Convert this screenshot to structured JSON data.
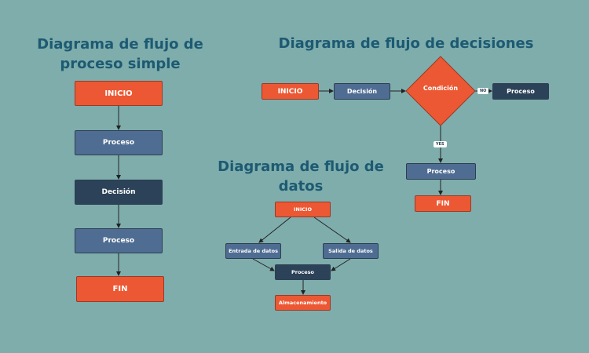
{
  "simple": {
    "title1": "Diagrama de flujo de",
    "title2": "proceso simple",
    "nodes": [
      "INICIO",
      "Proceso",
      "Decisión",
      "Proceso",
      "FIN"
    ]
  },
  "decisions": {
    "title": "Diagrama de flujo de decisiones",
    "start": "INICIO",
    "decision": "Decisión",
    "condition": "Condición",
    "no_label": "NO",
    "no_process": "Proceso",
    "yes_label": "YES",
    "yes_process": "Proceso",
    "end": "FIN"
  },
  "data_flow": {
    "title1": "Diagrama de flujo de",
    "title2": "datos",
    "start": "INICIO",
    "input": "Entrada de datos",
    "output": "Salida de datos",
    "process": "Proceso",
    "storage": "Almacenamiento"
  },
  "colors": {
    "background": "#7eadac",
    "orange": "#ec5833",
    "blue": "#4f6d92",
    "dark": "#2c4258",
    "title": "#1d5a72"
  }
}
